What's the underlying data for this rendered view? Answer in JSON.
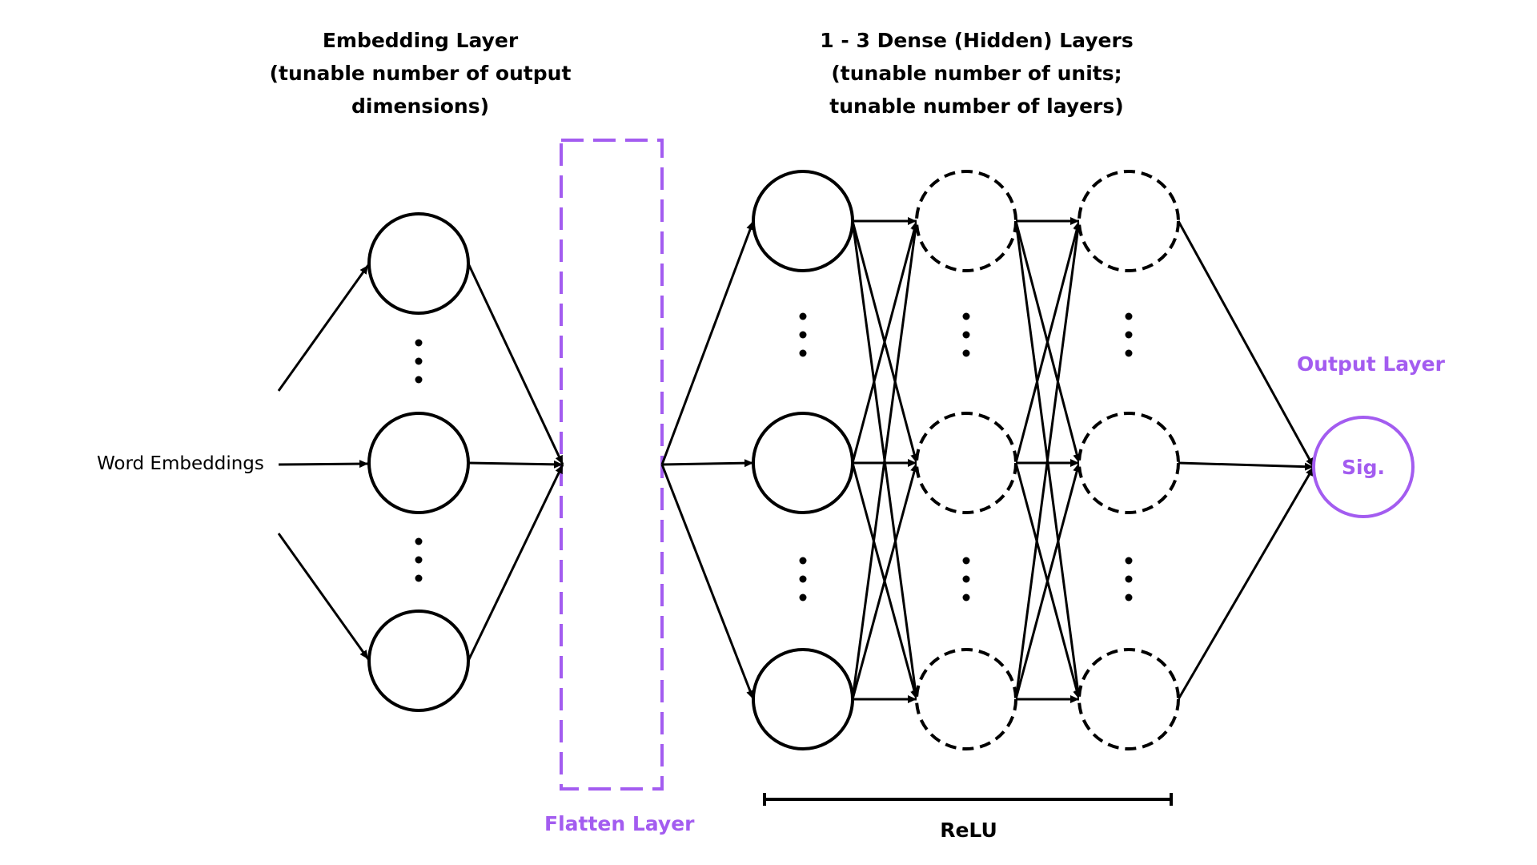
{
  "embedding_title": [
    "Embedding Layer",
    "(tunable number of output",
    "dimensions)"
  ],
  "dense_title": [
    "1 - 3 Dense (Hidden) Layers",
    "(tunable number of units;",
    "tunable number of layers)"
  ],
  "input_label": "Word Embeddings",
  "flatten_label": "Flatten Layer",
  "output_label": "Output Layer",
  "output_node_text": "Sig.",
  "activation_label": "ReLU",
  "colors": {
    "accent": "#a35cf0",
    "ink": "#000000"
  }
}
